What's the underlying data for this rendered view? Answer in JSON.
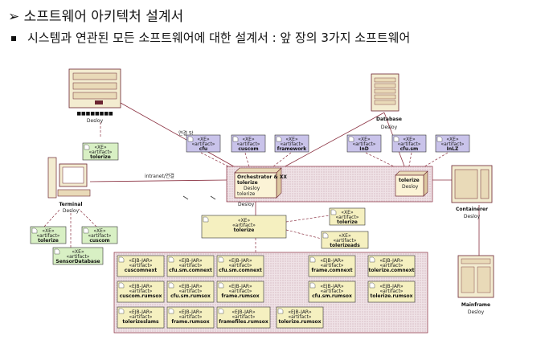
{
  "header": {
    "title_arrow": "➢",
    "title": "소프트웨어 아키텍처 설계서",
    "subtitle": "시스템과 연관된 모든 소프트웨어에 대한 설계서 : 앞 장의 3가지 소프트웨어"
  },
  "nodes": {
    "top_server": {
      "name": "■■■■■■■■",
      "sub": "Desloy"
    },
    "database": {
      "name": "Database",
      "sub": "Desloy"
    },
    "terminal": {
      "name": "Terminal",
      "sub": "Desloy"
    },
    "container": {
      "name": "Containerer",
      "sub": "Desloy"
    },
    "mainframe": {
      "name": "Mainframe",
      "sub": "Desloy"
    },
    "center_node": {
      "line1": "Orchestrator & XX",
      "line2": "tolerize",
      "line3": "Desloy",
      "line4": "tolerize"
    },
    "right_node": {
      "line1": "tolerize",
      "line2": "Desloy"
    }
  },
  "edge_labels": {
    "top_left": "연결 망",
    "mid_left": "intranet/연결",
    "center": "Desloy"
  },
  "artifacts": {
    "left_top": [
      {
        "st": "«XE»",
        "ty": "«artifact»",
        "nm": "tolerize"
      }
    ],
    "left_bottom": [
      {
        "st": "«XE»",
        "ty": "«artifact»",
        "nm": "tolerize"
      },
      {
        "st": "«XE»",
        "ty": "«artifact»",
        "nm": "cuscom"
      },
      {
        "st": "«XE»",
        "ty": "«artifact»",
        "nm": "SensorDatabase"
      }
    ],
    "top_purple": [
      {
        "st": "«XE»",
        "ty": "«artifact»",
        "nm": "cfu"
      },
      {
        "st": "«XE»",
        "ty": "«artifact»",
        "nm": "cuscom"
      },
      {
        "st": "«XE»",
        "ty": "«artifact»",
        "nm": "framework"
      }
    ],
    "right_purple": [
      {
        "st": "«XE»",
        "ty": "«artifact»",
        "nm": "InD"
      },
      {
        "st": "«XE»",
        "ty": "«artifact»",
        "nm": "cfu.sm"
      },
      {
        "st": "«XE»",
        "ty": "«artifact»",
        "nm": "InLZ"
      }
    ],
    "mid": [
      {
        "st": "«XE»",
        "ty": "«artifact»",
        "nm": "tolerize"
      },
      {
        "st": "«XE»",
        "ty": "«artifact»",
        "nm": "tolerize"
      },
      {
        "st": "«XE»",
        "ty": "«artifact»",
        "nm": "tolerizeads"
      }
    ],
    "grid": [
      {
        "st": "«EJB-JAR»",
        "ty": "«artifact»",
        "nm": "cuscomnext"
      },
      {
        "st": "«EJB-JAR»",
        "ty": "«artifact»",
        "nm": "cfu.sm.comnext"
      },
      {
        "st": "«EJB-JAR»",
        "ty": "«artifact»",
        "nm": "cfu.sm.comnext"
      },
      {
        "st": "«EJB-JAR»",
        "ty": "«artifact»",
        "nm": "frame.comnext"
      },
      {
        "st": "«EJB-JAR»",
        "ty": "«artifact»",
        "nm": "tolerize.comnext"
      },
      {
        "st": "«EJB-JAR»",
        "ty": "«artifact»",
        "nm": "cuscom.rumsox"
      },
      {
        "st": "«EJB-JAR»",
        "ty": "«artifact»",
        "nm": "cfu.sm.rumsox"
      },
      {
        "st": "«EJB-JAR»",
        "ty": "«artifact»",
        "nm": "frame.rumsox"
      },
      {
        "st": "«EJB-JAR»",
        "ty": "«artifact»",
        "nm": "cfu.sm.rumsox"
      },
      {
        "st": "«EJB-JAR»",
        "ty": "«artifact»",
        "nm": "tolerize.rumsox"
      },
      {
        "st": "«EJB-JAR»",
        "ty": "«artifact»",
        "nm": "tolerizeslams"
      },
      {
        "st": "«EJB-JAR»",
        "ty": "«artifact»",
        "nm": "frame.rumsox"
      },
      {
        "st": "«EJB-JAR»",
        "ty": "«artifact»",
        "nm": "framefiles.rumsox"
      },
      {
        "st": "«EJB-JAR»",
        "ty": "«artifact»",
        "nm": "tolerize.rumsox"
      }
    ]
  }
}
